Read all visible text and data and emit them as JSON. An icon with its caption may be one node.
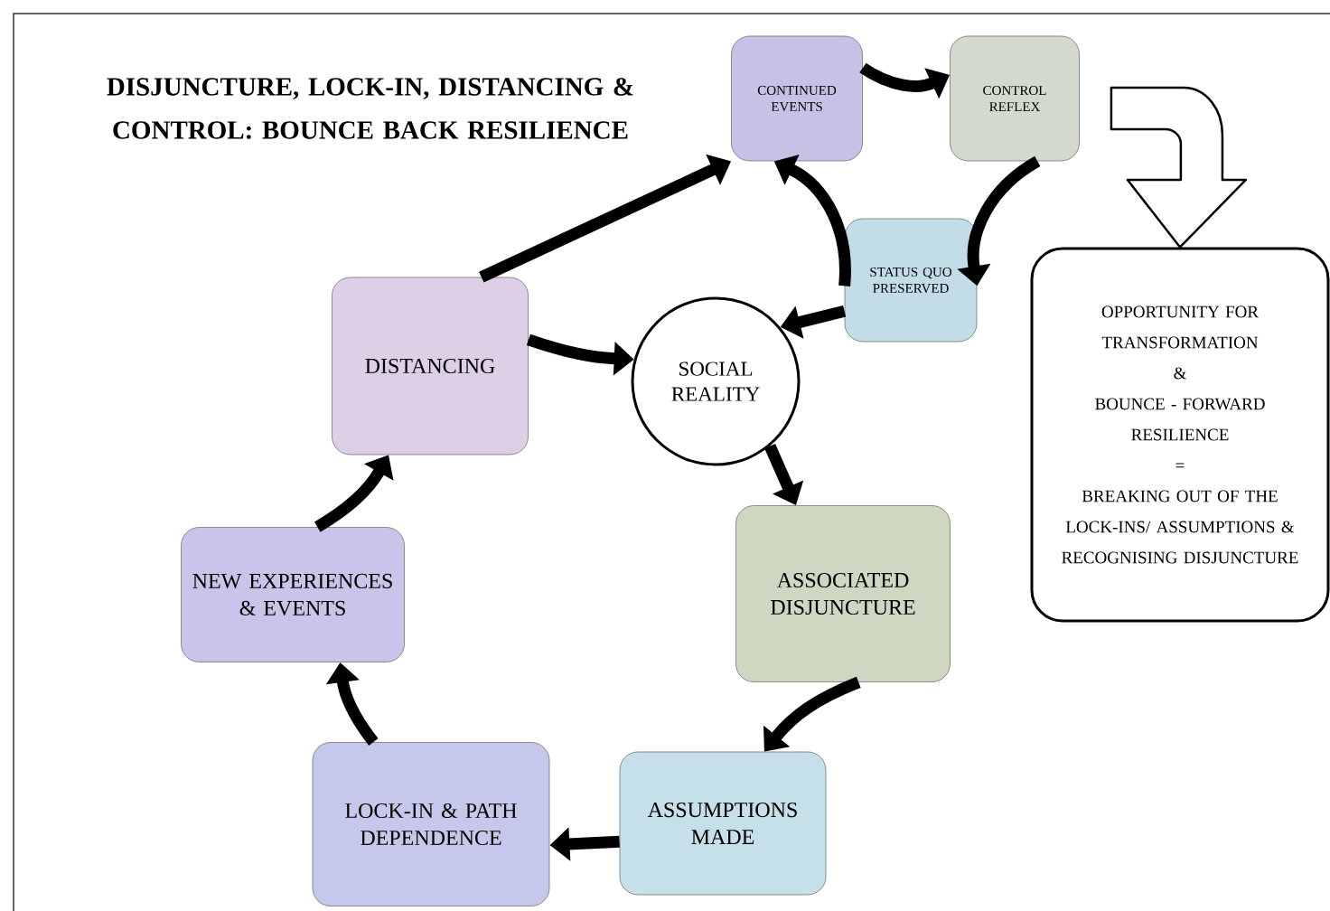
{
  "diagram": {
    "title": "DISJUNCTURE, LOCK-IN, DISTANCING & CONTROL: BOUNCE BACK RESILIENCE",
    "nodes": [
      {
        "text": [
          "CONTINUED EVENTS"
        ]
      },
      {
        "text": [
          "CONTROL REFLEX"
        ]
      },
      {
        "text": [
          "STATUS QUO PRESERVED"
        ]
      },
      {
        "text": [
          "OPPORTUNITY FOR TRANSFORMATION",
          "&",
          "BOUNCE - FORWARD RESILIENCE",
          "=",
          "BREAKING OUT OF THE LOCK-INS/ ASSUMPTIONS & RECOGNISING DISJUNCTURE"
        ]
      },
      {
        "text": [
          "DISTANCING"
        ]
      },
      {
        "text": [
          "SOCIAL REALITY"
        ]
      },
      {
        "text": [
          "ASSOCIATED DISJUNCTURE"
        ]
      },
      {
        "text": [
          "ASSUMPTIONS MADE"
        ]
      },
      {
        "text": [
          "LOCK-IN & PATH DEPENDENCE"
        ]
      },
      {
        "text": [
          "NEW EXPERIENCES & EVENTS"
        ]
      }
    ],
    "edges": [
      {
        "from": 0,
        "to": 1,
        "arrow": "to"
      },
      {
        "from": 1,
        "to": 2,
        "arrow": "to"
      },
      {
        "from": 2,
        "to": 0,
        "arrow": "to"
      },
      {
        "from": 2,
        "to": 5,
        "arrow": "to"
      },
      {
        "from": 4,
        "to": 5,
        "arrow": "to"
      },
      {
        "from": 4,
        "to": 0,
        "arrow": "to"
      },
      {
        "from": 5,
        "to": 6,
        "arrow": "to"
      },
      {
        "from": 6,
        "to": 7,
        "arrow": "to"
      },
      {
        "from": 7,
        "to": 8,
        "arrow": "to"
      },
      {
        "from": 8,
        "to": 9,
        "arrow": "to"
      },
      {
        "from": 9,
        "to": 4,
        "arrow": "to"
      },
      {
        "from": 1,
        "to": 3,
        "arrow": "to",
        "color": "#ffffff"
      }
    ]
  }
}
